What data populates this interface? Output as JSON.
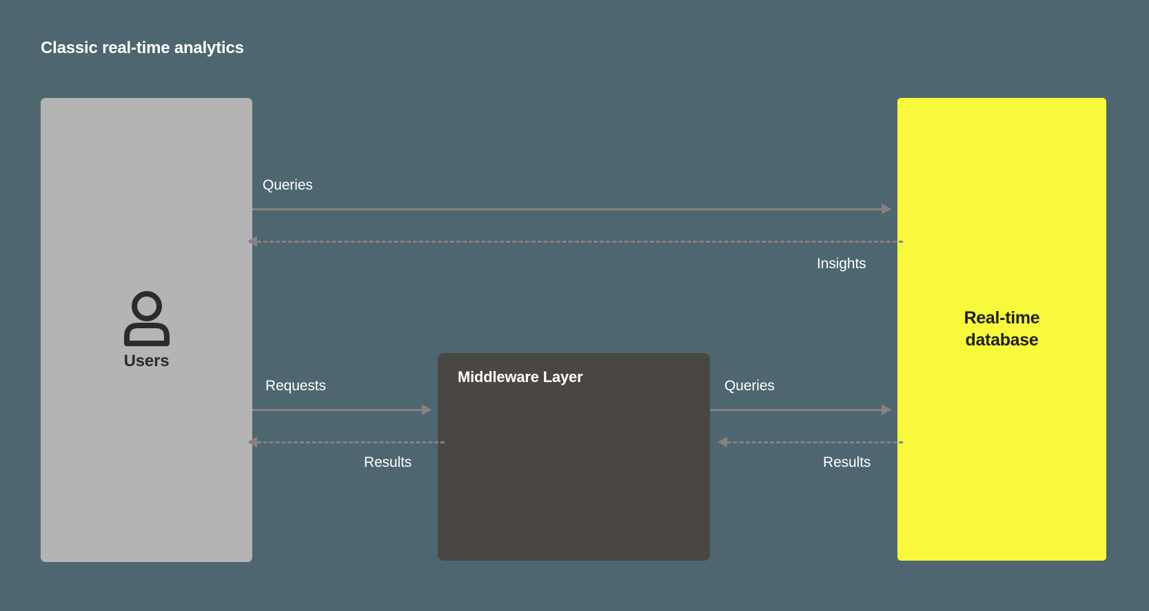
{
  "diagram": {
    "title": "Classic real-time analytics",
    "background_color": "#4d6670",
    "connector_color": "#8a8080",
    "nodes": {
      "users": {
        "label": "Users",
        "icon": "user-icon",
        "fill_color": "#b4b4b4",
        "text_color": "#2b2b2b"
      },
      "middleware": {
        "label": "Middleware Layer",
        "fill_color": "#4a4743",
        "text_color": "#ffffff"
      },
      "database": {
        "label_line1": "Real-time",
        "label_line2": "database",
        "fill_color": "#f7f93a",
        "text_color": "#1f1f1f"
      }
    },
    "edges": [
      {
        "id": "users-to-db-queries",
        "label": "Queries",
        "style": "solid",
        "direction": "right"
      },
      {
        "id": "db-to-users-insights",
        "label": "Insights",
        "style": "dashed",
        "direction": "left"
      },
      {
        "id": "users-to-mw-requests",
        "label": "Requests",
        "style": "solid",
        "direction": "right"
      },
      {
        "id": "mw-to-users-results",
        "label": "Results",
        "style": "dashed",
        "direction": "left"
      },
      {
        "id": "mw-to-db-queries",
        "label": "Queries",
        "style": "solid",
        "direction": "right"
      },
      {
        "id": "db-to-mw-results",
        "label": "Results",
        "style": "dashed",
        "direction": "left"
      }
    ]
  }
}
